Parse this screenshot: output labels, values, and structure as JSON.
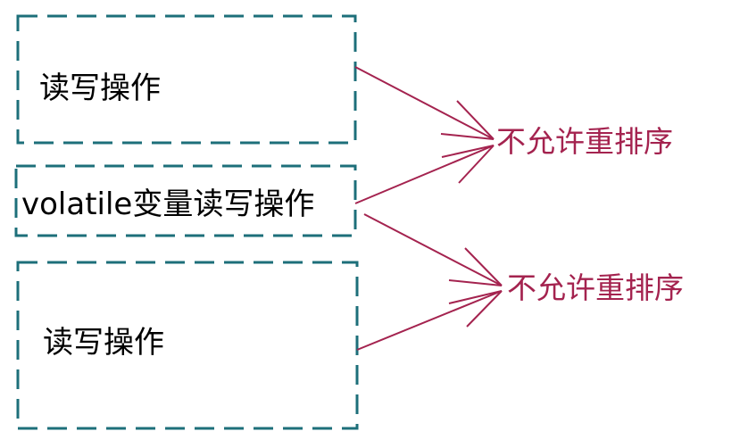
{
  "colors": {
    "box_border": "#1d6f7a",
    "arrow": "#a4234f",
    "box_text": "#000000",
    "arrow_text": "#a4234f"
  },
  "boxes": [
    {
      "label": "读写操作"
    },
    {
      "label": "volatile变量读写操作"
    },
    {
      "label": "读写操作"
    }
  ],
  "arrow_labels": [
    {
      "label": "不允许重排序"
    },
    {
      "label": "不允许重排序"
    }
  ]
}
